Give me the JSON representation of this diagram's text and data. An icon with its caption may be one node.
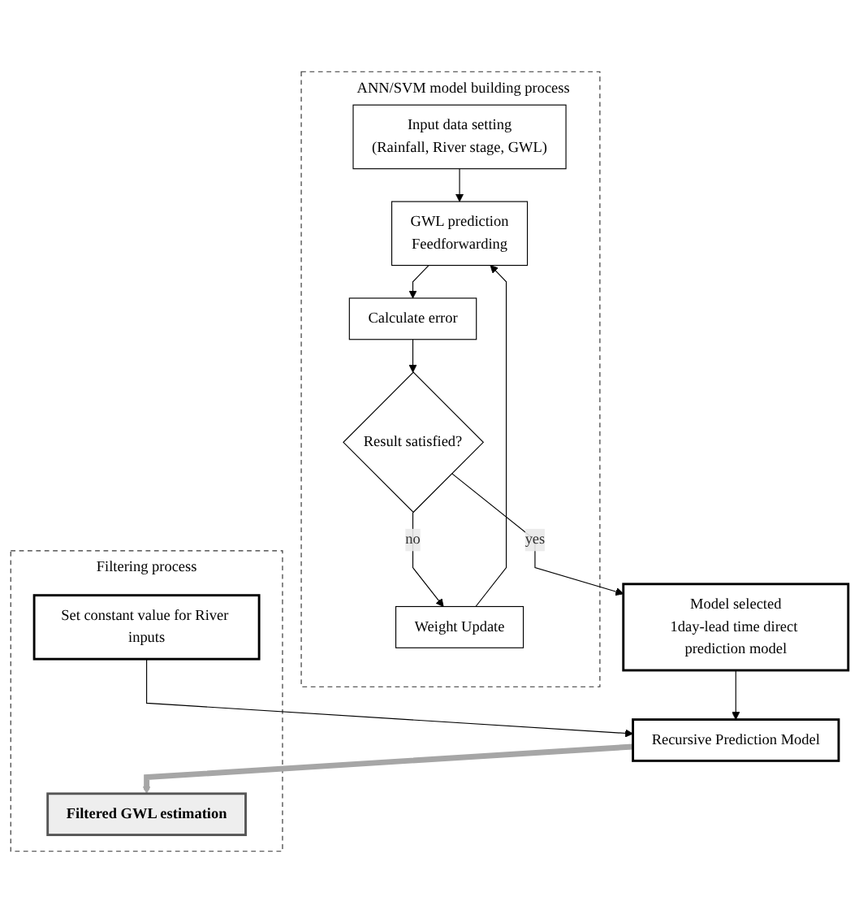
{
  "diagram": {
    "nodes": [
      {
        "text": [
          "ANN/SVM model building process"
        ]
      },
      {
        "text": [
          "Input data setting",
          "(Rainfall, River stage, GWL)"
        ],
        "in": 0
      },
      {
        "text": [
          "GWL prediction",
          "Feedforwarding"
        ],
        "in": 0
      },
      {
        "text": [
          "Calculate error"
        ],
        "in": 0
      },
      {
        "text": [
          "Result satisfied?"
        ],
        "in": 0
      },
      {
        "text": [
          "Weight Update"
        ],
        "in": 0
      },
      {
        "text": [
          "Filtering process"
        ]
      },
      {
        "text": [
          "Model selected",
          "1day-lead time direct prediction model"
        ]
      },
      {
        "text": [
          "Recursive Prediction Model"
        ]
      },
      {
        "text": [
          "Set constant value for River inputs"
        ],
        "in": 6
      },
      {
        "text": [
          "Filtered GWL estimation"
        ],
        "in": 6
      }
    ],
    "edges": [
      {
        "from": 1,
        "to": 2,
        "arrow": "to"
      },
      {
        "from": 2,
        "to": 3,
        "arrow": "to"
      },
      {
        "from": 3,
        "to": 4,
        "arrow": "to"
      },
      {
        "from": 4,
        "to": 5,
        "arrow": "to",
        "label": "no"
      },
      {
        "from": 5,
        "to": 2,
        "arrow": "to"
      },
      {
        "from": 4,
        "to": 7,
        "arrow": "to",
        "label": "yes"
      },
      {
        "from": 7,
        "to": 8,
        "arrow": "to"
      },
      {
        "from": 9,
        "to": 8,
        "arrow": "to"
      },
      {
        "from": 8,
        "to": 10,
        "arrow": "to",
        "style": "thick",
        "color": "#a6a6a6"
      }
    ]
  }
}
